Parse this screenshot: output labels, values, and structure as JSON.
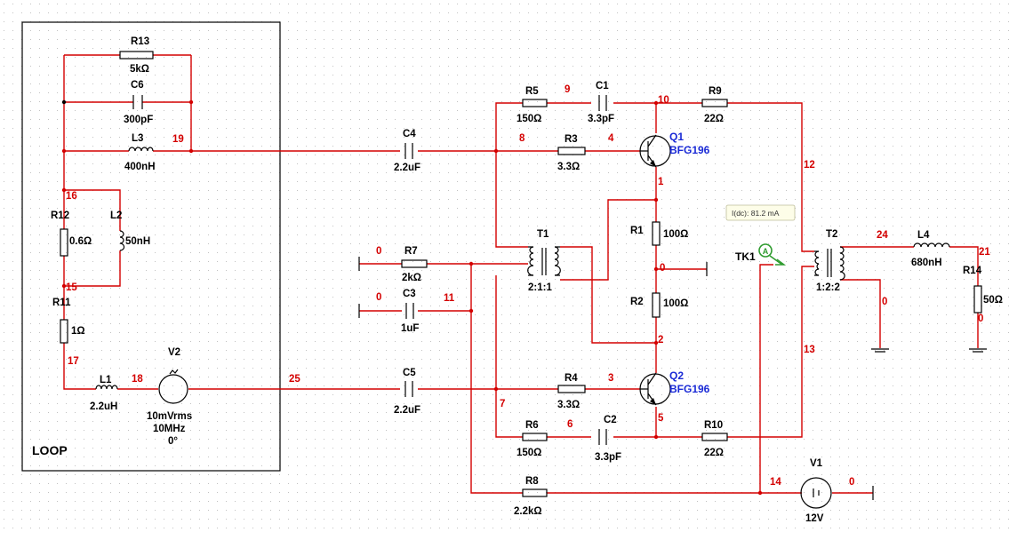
{
  "loop_label": "LOOP",
  "components": {
    "R13": {
      "ref": "R13",
      "value": "5kΩ"
    },
    "C6": {
      "ref": "C6",
      "value": "300pF"
    },
    "L3": {
      "ref": "L3",
      "value": "400nH"
    },
    "R12": {
      "ref": "R12",
      "value": "0.6Ω"
    },
    "L2": {
      "ref": "L2",
      "value": "50nH"
    },
    "R11": {
      "ref": "R11",
      "value": "1Ω"
    },
    "L1": {
      "ref": "L1",
      "value": "2.2uH"
    },
    "V2": {
      "ref": "V2",
      "line1": "10mVrms",
      "line2": "10MHz",
      "line3": "0°"
    },
    "C4": {
      "ref": "C4",
      "value": "2.2uF"
    },
    "C5": {
      "ref": "C5",
      "value": "2.2uF"
    },
    "R5": {
      "ref": "R5",
      "value": "150Ω"
    },
    "C1": {
      "ref": "C1",
      "value": "3.3pF"
    },
    "R9": {
      "ref": "R9",
      "value": "22Ω"
    },
    "R3": {
      "ref": "R3",
      "value": "3.3Ω"
    },
    "Q1": {
      "ref": "Q1",
      "value": "BFG196"
    },
    "R1": {
      "ref": "R1",
      "value": "100Ω"
    },
    "R2": {
      "ref": "R2",
      "value": "100Ω"
    },
    "T1": {
      "ref": "T1",
      "value": "2:1:1"
    },
    "R7": {
      "ref": "R7",
      "value": "2kΩ"
    },
    "C3": {
      "ref": "C3",
      "value": "1uF"
    },
    "R4": {
      "ref": "R4",
      "value": "3.3Ω"
    },
    "Q2": {
      "ref": "Q2",
      "value": "BFG196"
    },
    "R6": {
      "ref": "R6",
      "value": "150Ω"
    },
    "C2": {
      "ref": "C2",
      "value": "3.3pF"
    },
    "R10": {
      "ref": "R10",
      "value": "22Ω"
    },
    "R8": {
      "ref": "R8",
      "value": "2.2kΩ"
    },
    "V1": {
      "ref": "V1",
      "value": "12V"
    },
    "T2": {
      "ref": "T2",
      "value": "1:2:2"
    },
    "L4": {
      "ref": "L4",
      "value": "680nH"
    },
    "R14": {
      "ref": "R14",
      "value": "50Ω"
    }
  },
  "probe": {
    "ref": "TK1",
    "reading": "I(dc): 81.2 mA",
    "symbol": "A"
  },
  "nets": {
    "n19": "19",
    "n16": "16",
    "n15": "15",
    "n17": "17",
    "n18": "18",
    "n25": "25",
    "n9": "9",
    "n10": "10",
    "n8": "8",
    "n4": "4",
    "n1": "1",
    "n0a": "0",
    "n2": "2",
    "n3": "3",
    "n5": "5",
    "n7": "7",
    "n6": "6",
    "n11": "11",
    "n0r7": "0",
    "n0c3": "0",
    "n12": "12",
    "n13": "13",
    "n24": "24",
    "n21": "21",
    "n0t2": "0",
    "n0r14": "0",
    "n14": "14",
    "n0v1": "0"
  }
}
